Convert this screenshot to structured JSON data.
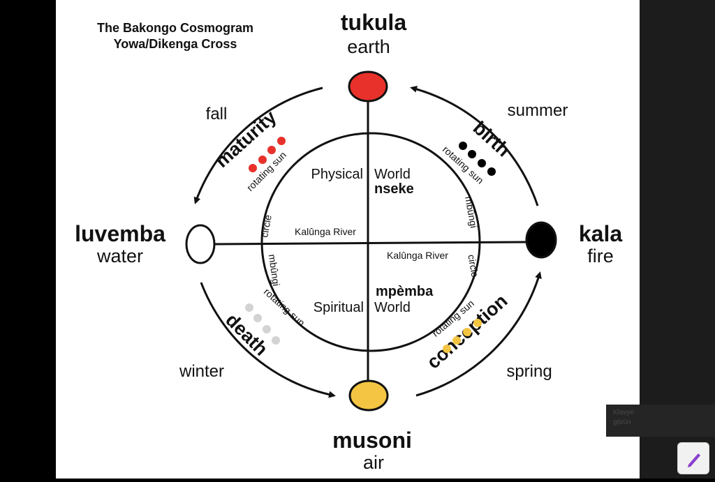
{
  "title": {
    "line1": "The Bakongo Cosmogram",
    "line2": "Yowa/Dikenga Cross"
  },
  "points": {
    "top": {
      "name": "tukula",
      "element": "earth",
      "color": "#e8312a"
    },
    "left": {
      "name": "luvemba",
      "element": "water",
      "color": "#ffffff"
    },
    "right": {
      "name": "kala",
      "element": "fire",
      "color": "#000000"
    },
    "bottom": {
      "name": "musoni",
      "element": "air",
      "color": "#f4c542"
    }
  },
  "seasons": {
    "fall": "fall",
    "summer": "summer",
    "winter": "winter",
    "spring": "spring"
  },
  "stages": {
    "maturity": {
      "label": "maturity",
      "dot_color": "#e8312a"
    },
    "birth": {
      "label": "birth",
      "dot_color": "#000000"
    },
    "death": {
      "label": "death",
      "dot_color": "#d3d3d3"
    },
    "conception": {
      "label": "conception",
      "dot_color": "#f4c542"
    }
  },
  "rotating_sun": "rotating sun",
  "circle_words": {
    "mbungi": "mbûngi",
    "circle": "circle"
  },
  "worlds": {
    "physical": "Physical",
    "physical_world": "World",
    "nseke": "nseke",
    "spiritual": "Spiritual",
    "spiritual_world": "World",
    "mpemba": "mpèmba"
  },
  "river": {
    "left": "Kalûnga River",
    "right": "Kalûnga River"
  },
  "overlay": {
    "line1": "Klavye",
    "line2": "görün"
  },
  "icons": {
    "edit": "pen-icon"
  },
  "colors": {
    "edit_icon": "#8a3fd0"
  }
}
